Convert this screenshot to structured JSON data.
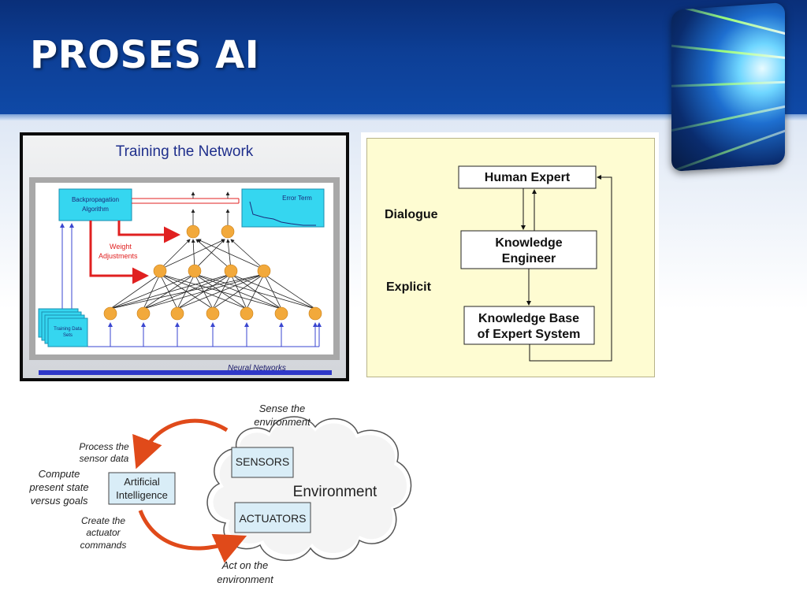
{
  "slide": {
    "title": "PROSES AI",
    "colors": {
      "header": "#0d3f96",
      "title": "#ffffff",
      "accent_red": "#e02020",
      "node": "#f2a93b",
      "box_cyan": "#35d6f0"
    }
  },
  "training": {
    "title": "Training the Network",
    "algo_line1": "Backpropagation",
    "algo_line2": "Algorithm",
    "error_term": "Error Term",
    "weight_line1": "Weight",
    "weight_line2": "Adjustments",
    "data_line1": "Training Data",
    "data_line2": "Sets",
    "footer": "Neural Networks"
  },
  "expert": {
    "human_expert": "Human Expert",
    "ke_line1": "Knowledge",
    "ke_line2": "Engineer",
    "kb_line1": "Knowledge Base",
    "kb_line2": "of Expert System",
    "dialogue": "Dialogue",
    "explicit": "Explicit"
  },
  "cycle": {
    "sense_line1": "Sense the",
    "sense_line2": "environment",
    "process_line1": "Process the",
    "process_line2": "sensor data",
    "compute_line1": "Compute",
    "compute_line2": "present state",
    "compute_line3": "versus goals",
    "ai_line1": "Artificial",
    "ai_line2": "Intelligence",
    "create_line1": "Create the",
    "create_line2": "actuator",
    "create_line3": "commands",
    "act_line1": "Act on the",
    "act_line2": "environment",
    "sensors": "SENSORS",
    "actuators": "ACTUATORS",
    "environment": "Environment"
  }
}
